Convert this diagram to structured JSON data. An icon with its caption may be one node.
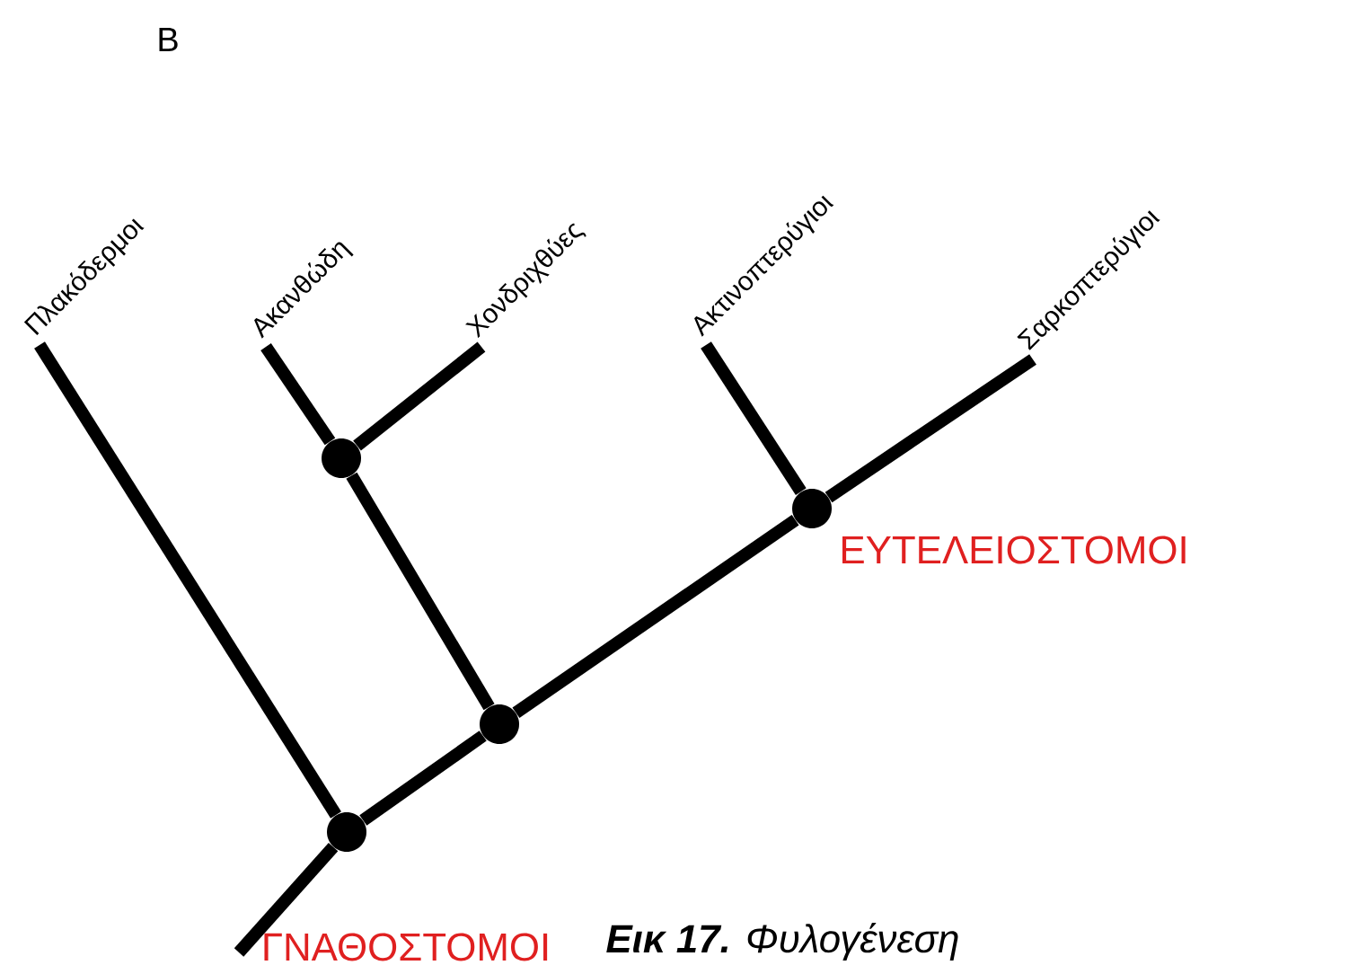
{
  "diagram": {
    "caption": "**Εικ 17.** Φυλογένεση",
    "nodes": [
      {
        "text": [
          "Πλακόδερμοι"
        ]
      },
      {
        "text": [
          "Ακανθώδη"
        ]
      },
      {
        "text": [
          "Χονδριχθύες"
        ]
      },
      {
        "text": [
          "Ακτινοπτερύγιοι"
        ]
      },
      {
        "text": [
          "Σαρκοπτερύγιοι"
        ]
      },
      {
        "text": [],
        "shape": "circle",
        "beside": [
          "ΓΝΑΘΟΣΤΟΜΟΙ"
        ]
      },
      {
        "text": [],
        "shape": "circle"
      },
      {
        "text": [],
        "shape": "circle"
      },
      {
        "text": [],
        "shape": "circle",
        "beside": [
          "ΕΥΤΕΛΕΙΟΣΤΟΜΟΙ"
        ]
      }
    ],
    "edges": [
      {
        "from": null,
        "to": 5,
        "arrow": "none"
      },
      {
        "from": 5,
        "to": 0,
        "arrow": "none"
      },
      {
        "from": 5,
        "to": 6,
        "arrow": "none"
      },
      {
        "from": 6,
        "to": 7,
        "arrow": "none"
      },
      {
        "from": 7,
        "to": 1,
        "arrow": "none"
      },
      {
        "from": 7,
        "to": 2,
        "arrow": "none"
      },
      {
        "from": 6,
        "to": 8,
        "arrow": "none"
      },
      {
        "from": 8,
        "to": 3,
        "arrow": "none"
      },
      {
        "from": 8,
        "to": 4,
        "arrow": "none"
      }
    ],
    "labels": [
      "B"
    ]
  }
}
